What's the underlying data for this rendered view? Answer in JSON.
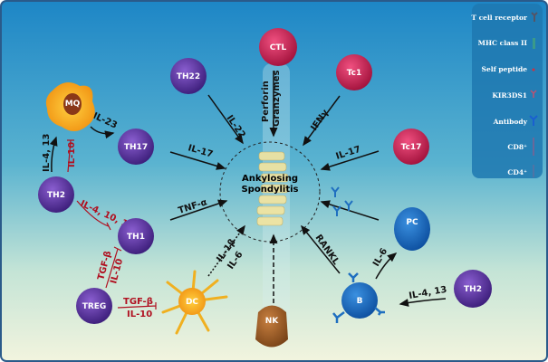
{
  "center": {
    "line1": "Ankylosing",
    "line2": "Spondylitis"
  },
  "cells": {
    "ctl": "CTL",
    "tc1": "Tc1",
    "tc17": "Tc17",
    "th22": "TH22",
    "mq": "MQ",
    "th17": "TH17",
    "th2_left": "TH2",
    "th1": "TH1",
    "treg": "TREG",
    "dc": "DC",
    "nk": "NK",
    "b": "B",
    "pc": "PC",
    "th2_right": "TH2"
  },
  "cytokines": {
    "il22": "IL-22",
    "perforin": "Perforin",
    "granzymes": "Granzymes",
    "ifng": "IFNγ",
    "il17_left": "IL-17",
    "il17_right": "IL-17",
    "il23": "IL-23",
    "il4_13_left": "IL-4, 13",
    "il10_mq": "IL-10",
    "tnfa": "TNF-α",
    "il4_10_13": "IL-4, 10, 13",
    "tgfb_th1": "TGF-β",
    "il10_th1": "IL-10",
    "tgfb_dc": "TGF-β",
    "il10_dc": "IL-10",
    "il1b": "IL-1β",
    "il6_dc": "IL-6",
    "rankl": "RANKL",
    "il6_b": "IL-6",
    "il4_13_right": "IL-4, 13"
  },
  "legend": [
    "T cell receptor",
    "MHC class II",
    "Self peptide",
    "KIR3DS1",
    "Antibody",
    "CD8⁺",
    "CD4⁺"
  ],
  "colors": {
    "purple": "#4a2a8a",
    "crimson": "#c8184a",
    "blue": "#1565b8",
    "legend_bg": "#1f78b0"
  }
}
